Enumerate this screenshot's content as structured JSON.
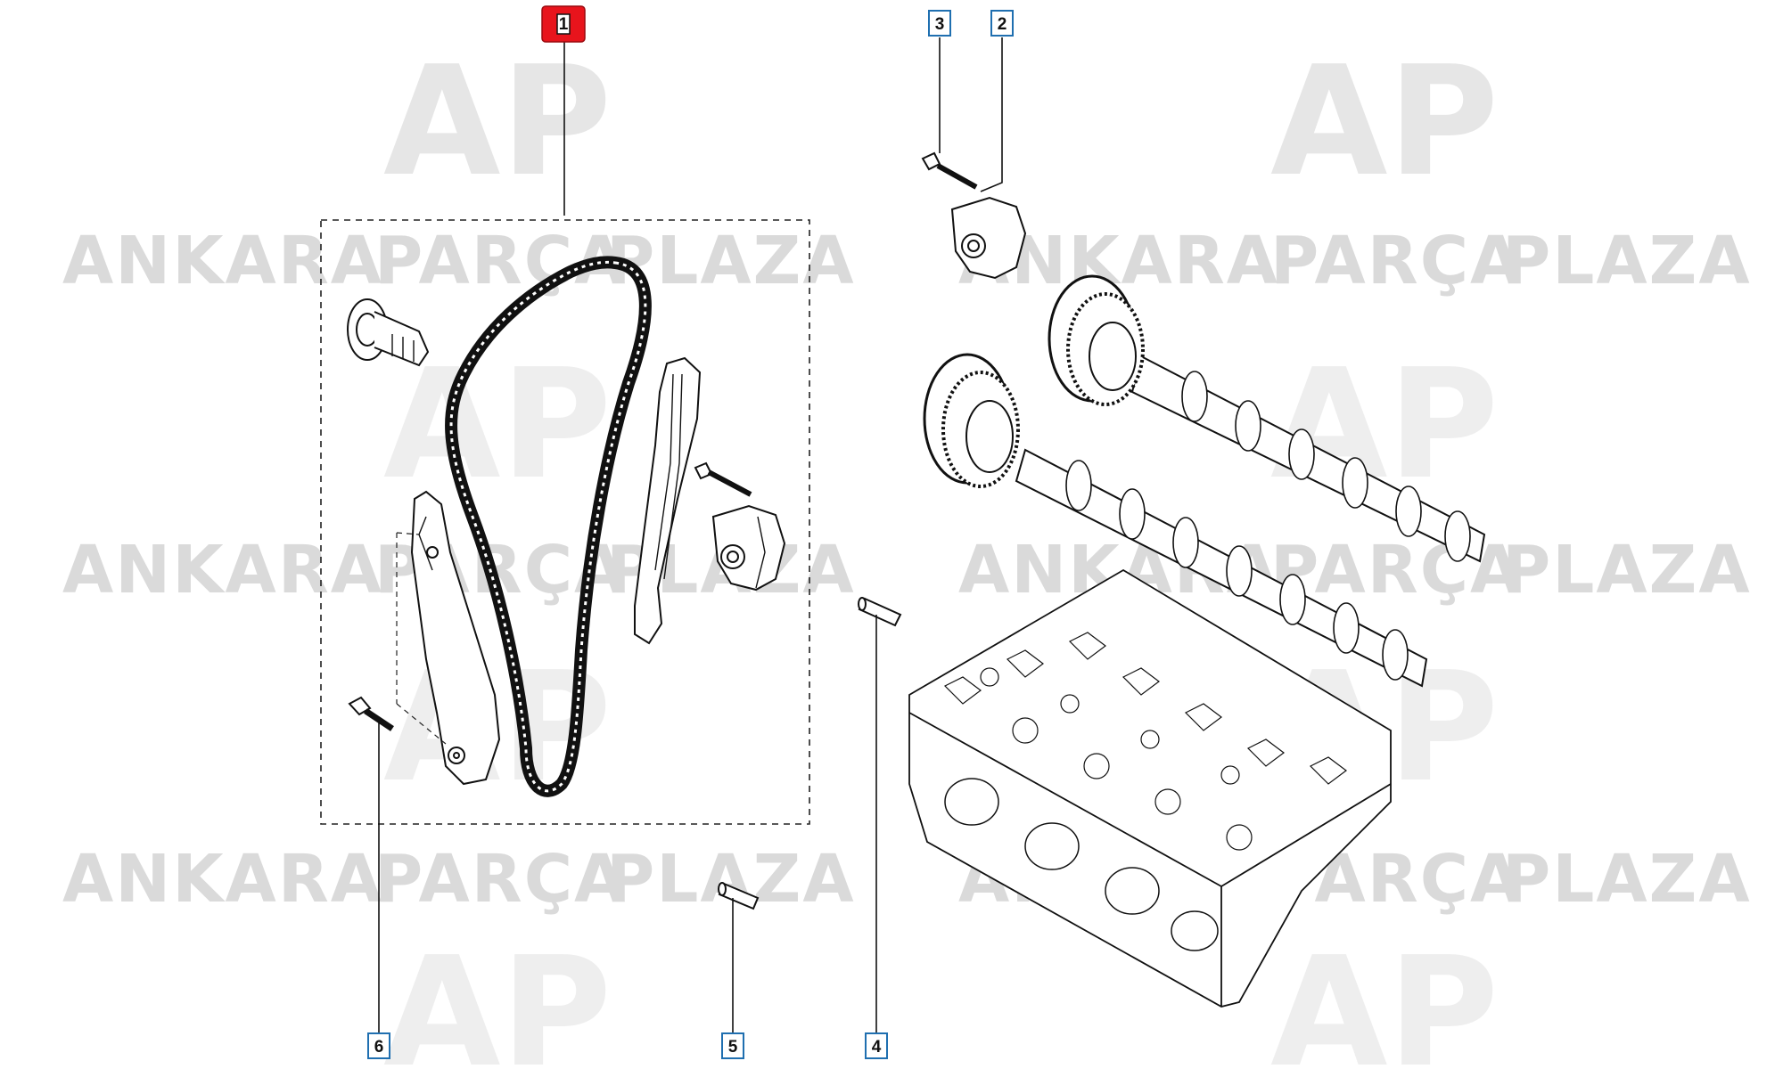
{
  "watermark": {
    "line": [
      "ANKARA",
      "PARÇA",
      "PLAZA"
    ],
    "logo": "AP",
    "color": "#cfcfcf",
    "logo_accent": "#f2b8b8"
  },
  "callouts": [
    {
      "id": "callout-1",
      "label": "1",
      "highlighted": true
    },
    {
      "id": "callout-2",
      "label": "2",
      "highlighted": false
    },
    {
      "id": "callout-3",
      "label": "3",
      "highlighted": false
    },
    {
      "id": "callout-4",
      "label": "4",
      "highlighted": false
    },
    {
      "id": "callout-5",
      "label": "5",
      "highlighted": false
    },
    {
      "id": "callout-6",
      "label": "6",
      "highlighted": false
    }
  ],
  "colors": {
    "line": "#1a1a1a",
    "callout_border": "#1f6fb0",
    "callout_highlight": "#e8141c",
    "background": "#ffffff"
  }
}
